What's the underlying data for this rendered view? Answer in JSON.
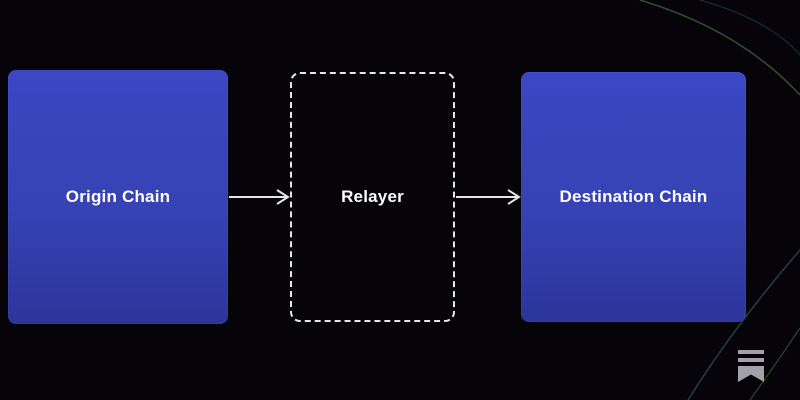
{
  "diagram": {
    "nodes": [
      {
        "id": "origin-chain",
        "label": "Origin Chain",
        "style": "solid"
      },
      {
        "id": "relayer",
        "label": "Relayer",
        "style": "dashed"
      },
      {
        "id": "destination-chain",
        "label": "Destination Chain",
        "style": "solid"
      }
    ],
    "edges": [
      {
        "from": "origin-chain",
        "to": "relayer",
        "type": "arrow"
      },
      {
        "from": "relayer",
        "to": "destination-chain",
        "type": "arrow"
      }
    ],
    "colors": {
      "background": "#060309",
      "node_fill_top": "#3b47c4",
      "node_fill_bottom": "#2c359b",
      "node_text": "#ffffff",
      "dashed_border": "#e6e6e6",
      "arrow": "#e6e6e6",
      "accent_green": "#5d9b52",
      "accent_teal": "#3f7f7a"
    },
    "icons": [
      {
        "name": "substack-logo-icon",
        "position": "bottom-right"
      }
    ]
  }
}
